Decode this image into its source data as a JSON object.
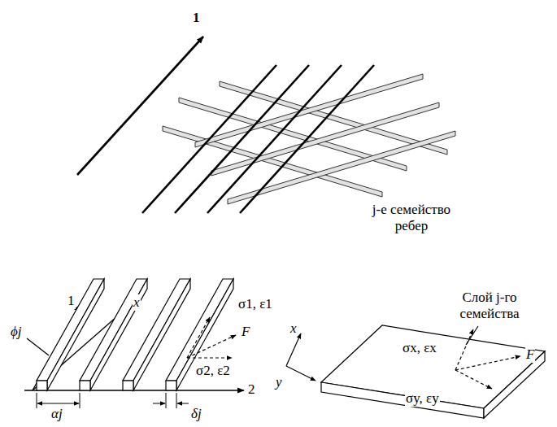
{
  "diagram": {
    "labels": [
      "1",
      "j-е семейство ребер",
      "1",
      "x",
      "σ1, ε1",
      "F",
      "ϕj",
      "σ2, ε2",
      "2",
      "αj",
      "δj",
      "Слой j-го семейства",
      "x",
      "y",
      "σx, εx",
      "F",
      "σy, εy"
    ]
  }
}
